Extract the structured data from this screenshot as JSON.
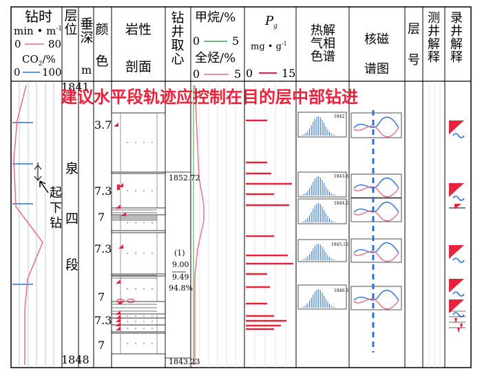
{
  "headers": {
    "time": {
      "title": "钻时",
      "unit": "min • m",
      "unit_exp": "-1",
      "scale_min": "0",
      "scale_max": "80",
      "co2": "CO",
      "co2_sub": "2",
      "co2_pct": "/%",
      "co2_min": "0",
      "co2_max": "100"
    },
    "layer": "层位",
    "depth": "垂深",
    "depth_unit": "m",
    "color": "颜色",
    "lith": {
      "l1": "岩性",
      "l2": "剖面"
    },
    "core": "钻井取心",
    "gas": {
      "ch4": "甲烷/%",
      "ch4_min": "0",
      "ch4_max": "5",
      "tg": "全烃/%",
      "tg_min": "0",
      "tg_max": "5"
    },
    "pg": {
      "sym": "P",
      "sub": "g",
      "unit": "mg • g",
      "exp": "-1",
      "min": "0",
      "max": "15"
    },
    "pyro": "热解气相色谱",
    "nmr": "核磁谱图",
    "layer_no": "层号",
    "log": "测井解释",
    "mudlog": "录井解释"
  },
  "depth_top": "1841",
  "depth_bottom": "1848",
  "banner": "建议水平段轨迹应控制在目的层中部钻进",
  "formation": [
    "泉",
    "四",
    "段"
  ],
  "annotation": [
    "起",
    "下",
    "钻"
  ],
  "color_codes": [
    "3.7",
    "7.3",
    "7",
    "7.3",
    "7",
    "7.3",
    "7"
  ],
  "core": {
    "top": "1852.72",
    "no": "(1)",
    "v1": "9.00",
    "v2": "9.49",
    "pct": "94.8%",
    "bottom": "1843.23"
  },
  "chrom_labels": [
    "1842",
    "1843.8",
    "1844.2",
    "1845.15",
    "1846.3"
  ],
  "colors": {
    "accent": "#e8223a",
    "blue": "#2a6fd6",
    "pink": "#e86a8c",
    "green": "#3aa04a",
    "grid": "#333333"
  }
}
